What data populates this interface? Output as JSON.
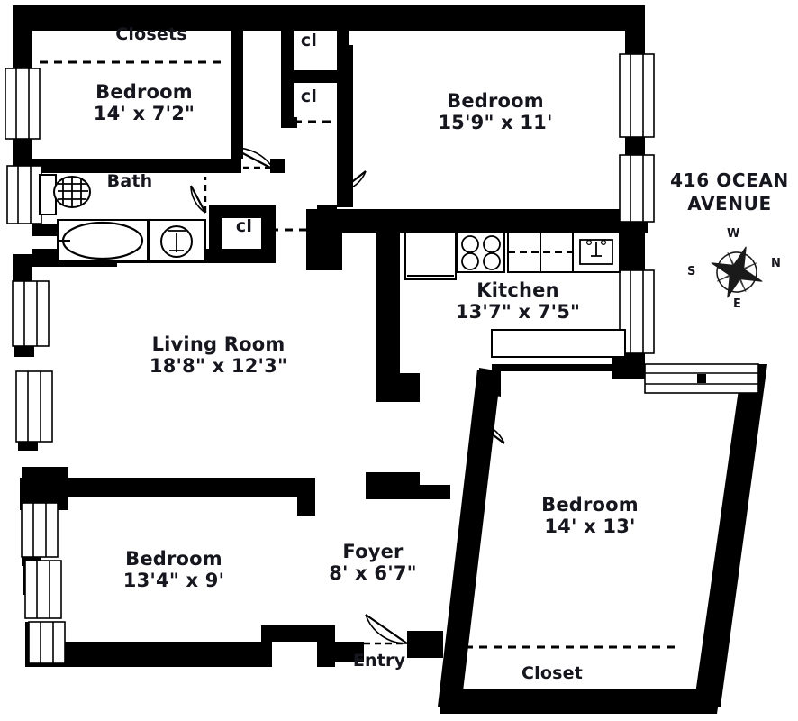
{
  "title": {
    "line1": "416 OCEAN",
    "line2": "AVENUE"
  },
  "compass": {
    "name": "compass-rose",
    "west": "W",
    "north": "N",
    "south": "S",
    "east": "E"
  },
  "rooms": [
    {
      "key": "closets_top",
      "name": "Closets",
      "dims": ""
    },
    {
      "key": "bedroom_nw",
      "name": "Bedroom",
      "dims": "14' x 7'2\""
    },
    {
      "key": "cl_upper",
      "name": "cl",
      "dims": ""
    },
    {
      "key": "cl_lower",
      "name": "cl",
      "dims": ""
    },
    {
      "key": "bedroom_ne",
      "name": "Bedroom",
      "dims": "15'9\" x 11'"
    },
    {
      "key": "bath",
      "name": "Bath",
      "dims": ""
    },
    {
      "key": "cl_bath",
      "name": "cl",
      "dims": ""
    },
    {
      "key": "kitchen",
      "name": "Kitchen",
      "dims": "13'7\" x 7'5\""
    },
    {
      "key": "living_room",
      "name": "Living Room",
      "dims": "18'8\" x 12'3\""
    },
    {
      "key": "bedroom_sw",
      "name": "Bedroom",
      "dims": "13'4\" x 9'"
    },
    {
      "key": "foyer",
      "name": "Foyer",
      "dims": "8' x 6'7\""
    },
    {
      "key": "entry",
      "name": "Entry",
      "dims": ""
    },
    {
      "key": "bedroom_se",
      "name": "Bedroom",
      "dims": "14' x 13'"
    },
    {
      "key": "closet_se",
      "name": "Closet",
      "dims": ""
    }
  ],
  "fixtures": [
    {
      "key": "toilet",
      "label": "toilet"
    },
    {
      "key": "bathtub",
      "label": "bathtub"
    },
    {
      "key": "bath_sink",
      "label": "bathroom-sink"
    },
    {
      "key": "refrigerator",
      "label": "refrigerator"
    },
    {
      "key": "stove",
      "label": "stove-4-burner"
    },
    {
      "key": "counter",
      "label": "kitchen-counter"
    },
    {
      "key": "kitchen_sink",
      "label": "kitchen-sink"
    }
  ],
  "colors": {
    "wall": "#000000",
    "background": "#ffffff",
    "text": "#16161e",
    "fixture_stroke": "#000000"
  }
}
